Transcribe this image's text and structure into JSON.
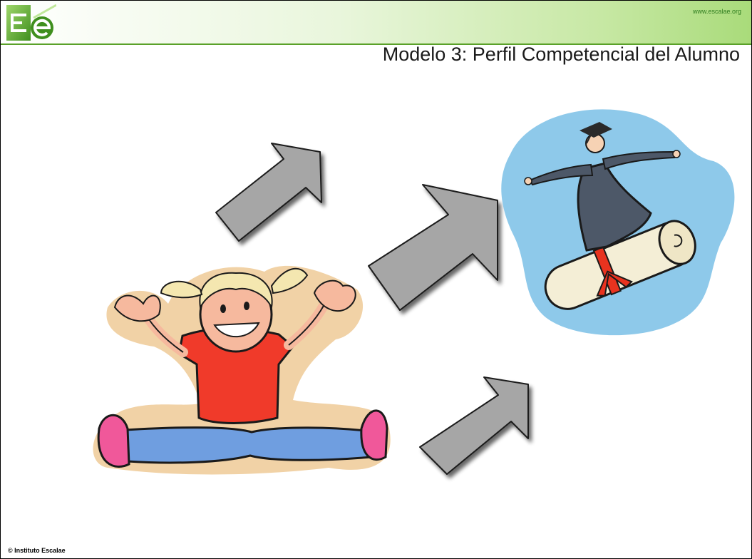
{
  "header": {
    "logo_text": "Ee",
    "url": "www.escalae.org"
  },
  "slide": {
    "title": "Modelo 3: Perfil Competencial del Alumno"
  },
  "illustrations": {
    "left": "child-sitting-splits",
    "right": "graduate-surfing-diploma",
    "arrows": [
      "right-up-arrow",
      "right-up-arrow",
      "right-up-arrow"
    ]
  },
  "footer": {
    "copyright": "© Instituto   Escalae"
  },
  "colors": {
    "header_green": "#a9db7a",
    "arrow_fill": "#a6a6a6",
    "sky_blue": "#8ec9ea",
    "shirt_red": "#f03a2a",
    "pants_blue": "#6f9ee0",
    "shoe_pink": "#f0589a"
  }
}
